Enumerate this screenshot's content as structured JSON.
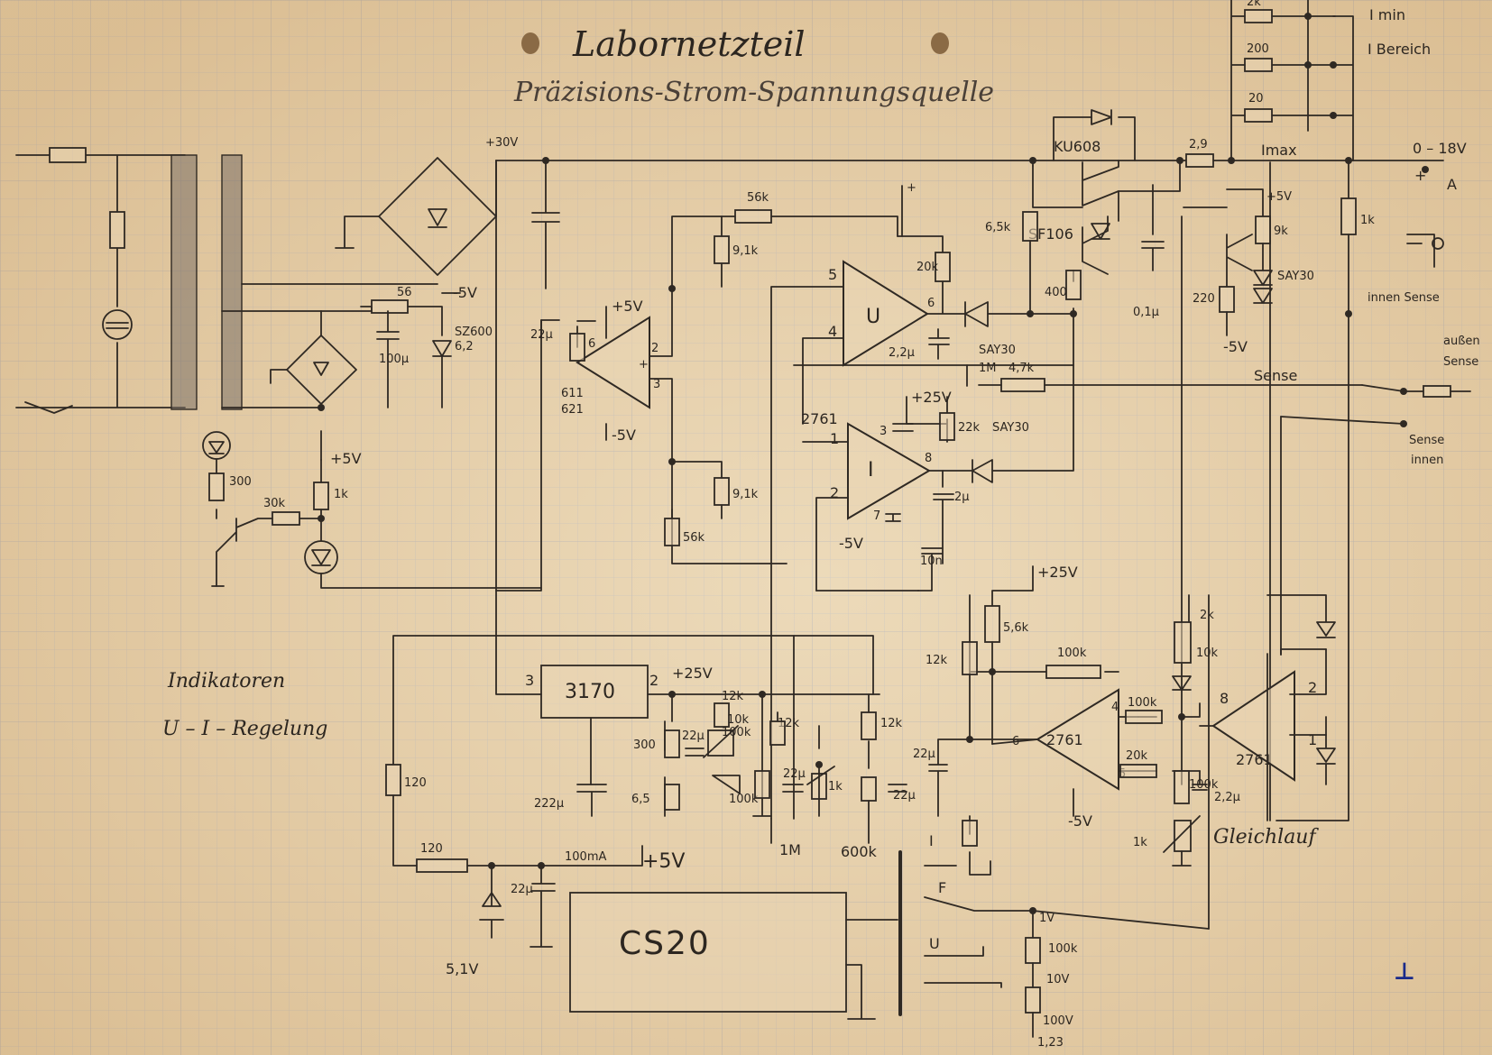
{
  "title": "Labornetzteil",
  "subtitle": "Präzisions-Strom-Spannungsquelle",
  "notes": {
    "indicators": "Indikatoren",
    "regulation": "U – I – Regelung"
  },
  "left": {
    "r_300": "300",
    "r_30k": "30k",
    "r_1k": "1k",
    "plus_5v": "+5V",
    "cap_100u": "100µ",
    "r_56": "56",
    "minus_5v": "-5V",
    "zener": "SZ600",
    "zener_v": "6,2",
    "plus_30v": "+30V"
  },
  "center": {
    "r_56k_top": "56k",
    "r_91k_top": "9,1k",
    "r_91k_bot": "9,1k",
    "r_56k_bot": "56k",
    "op1_top": "611",
    "op1_bot": "621",
    "plus_5v": "+5V",
    "minus_5v": "-5V",
    "cap_22u": "22µ",
    "pin6": "6",
    "pin2": "2",
    "pin3": "3",
    "opu": "U",
    "opu_p5": "5",
    "opu_p4": "4",
    "opu_p6": "6",
    "r_20k": "20k",
    "cap_22m": "2,2µ",
    "sa_top": "SAY30",
    "cap_1m": "1M",
    "r_47k": "4,7k",
    "plus_25v": "+25V",
    "opi_type": "2761",
    "opi": "I",
    "opi_p1": "1",
    "opi_p2": "2",
    "opi_p3": "3",
    "opi_p8": "8",
    "opi_p7": "7",
    "r_22k": "22k",
    "sa_mid": "SAY30",
    "cap_2u": "2µ",
    "cap_10n": "10n",
    "opi_m5": "-5V",
    "plus": "+"
  },
  "right": {
    "q1": "KU608",
    "q2": "SF106",
    "r_65k": "6,5k",
    "r_400": "400",
    "cap_01u": "0,1µ",
    "r_2_9": "2,9",
    "imax": "Imax",
    "out_v": "0 – 18V",
    "plus": "+",
    "amp": "A",
    "r_2k_top": "2k",
    "r_200": "200",
    "r_20": "20",
    "imin": "I min",
    "ibereich": "I Bereich",
    "plus_5v": "+5V",
    "r_9k": "9k",
    "sa_r": "SAY30",
    "r_220": "220",
    "minus_5v": "-5V",
    "r_1k": "1k",
    "innen_sense": "innen Sense",
    "sense": "Sense",
    "aussen_1": "außen",
    "aussen_2": "Sense",
    "sense_innen_1": "Sense",
    "sense_innen_2": "innen"
  },
  "lower": {
    "reg": "3170",
    "reg_p3": "3",
    "reg_p2": "2",
    "reg_out": "+25V",
    "r_300": "300",
    "cap_22u": "22µ",
    "r_65": "6,5",
    "cap_222u": "222µ",
    "r_12k_a": "12k",
    "r_10k": "10k",
    "r_100k_a": "100k",
    "r_100k_b": "100k",
    "r_12k_b": "12k",
    "cap_22": "22µ",
    "r_1k": "1k",
    "r_12k_c": "12k",
    "cap_22b": "22µ",
    "r_1m": "1M",
    "r_600k": "600k",
    "r_120_a": "120",
    "r_120_b": "120",
    "cap_22c": "22µ",
    "cur_100ma": "100mA",
    "plus_5v": "+5V",
    "zener_51": "5,1V",
    "cs": "CS20",
    "plus_25v_b": "+25V",
    "r_12k_d": "12k",
    "r_56k": "5,6k",
    "r_100k_fb": "100k",
    "cap_22d": "22µ",
    "op3": "2761",
    "op3_p6": "6",
    "op3_p4": "4",
    "op3_p5": "5",
    "minus_5v": "-5V",
    "r_100k_c": "100k",
    "r_20k": "20k",
    "r_2k_r": "2k",
    "r_10k_r": "10k",
    "op4": "2761",
    "op4_p8": "8",
    "op4_p2": "2",
    "op4_p1": "1",
    "r_100k_d": "100k",
    "cap_22e": "2,2µ",
    "r_1k_t": "1k",
    "gleichlauf": "Gleichlauf",
    "sw_u": "U",
    "sw_i": "I",
    "sw_f": "F",
    "v1": "1V",
    "r_100k_e": "100k",
    "v10": "10V",
    "v100": "100V",
    "v123": "1,23"
  },
  "colors": {
    "paper": "#e9d6b4",
    "grid": "#b4b8c2",
    "ink": "#2f2923",
    "blue_mark": "#1a2a8a"
  }
}
